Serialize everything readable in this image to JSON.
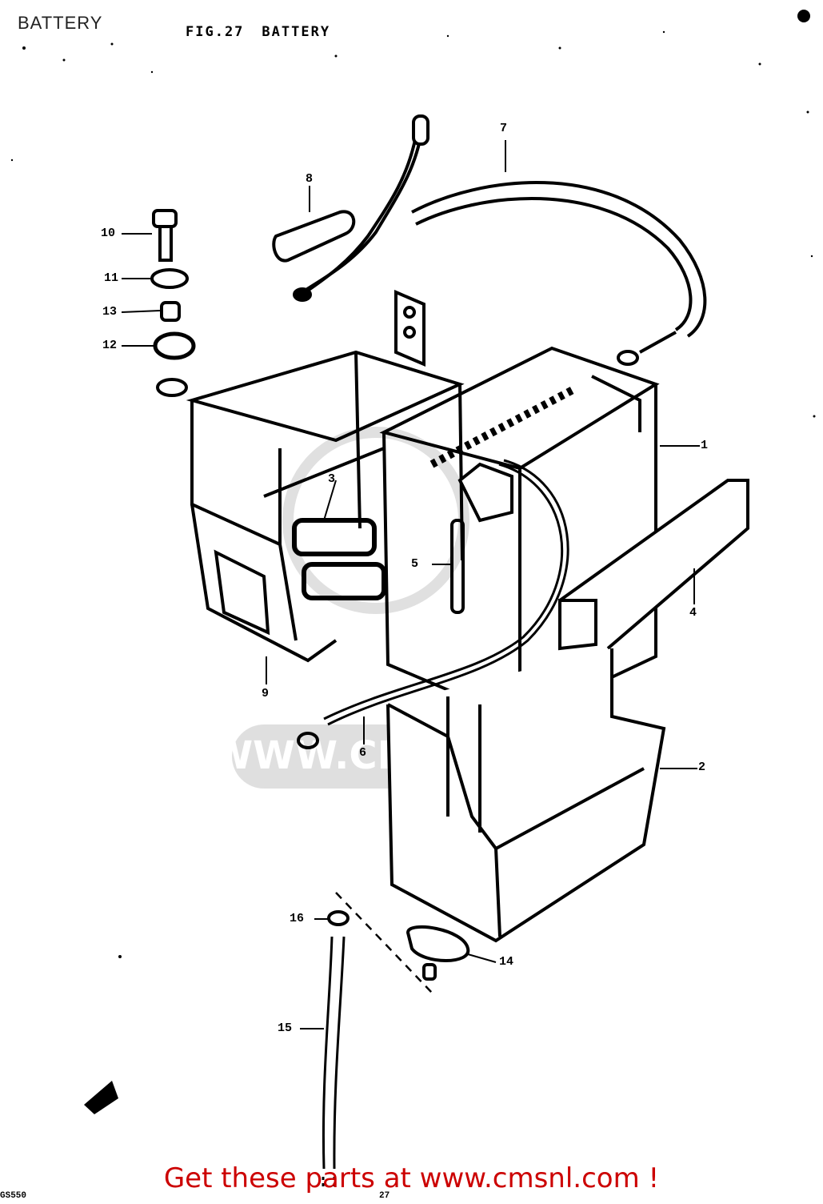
{
  "header": {
    "page_label": "BATTERY",
    "fig_number": "FIG.27",
    "fig_title": "BATTERY"
  },
  "watermark": {
    "text": "WWW.CMSNL.COM"
  },
  "callouts": {
    "c1": "1",
    "c2": "2",
    "c3": "3",
    "c4": "4",
    "c5": "5",
    "c6": "6",
    "c7": "7",
    "c8": "8",
    "c9": "9",
    "c10": "10",
    "c11a": "11",
    "c12": "12",
    "c13": "13",
    "c14": "14",
    "c15": "15",
    "c16": "16"
  },
  "footer": {
    "link_text": "Get these parts at www.cmsnl.com !"
  },
  "corners": {
    "model": "GS550",
    "page_number": "27"
  }
}
